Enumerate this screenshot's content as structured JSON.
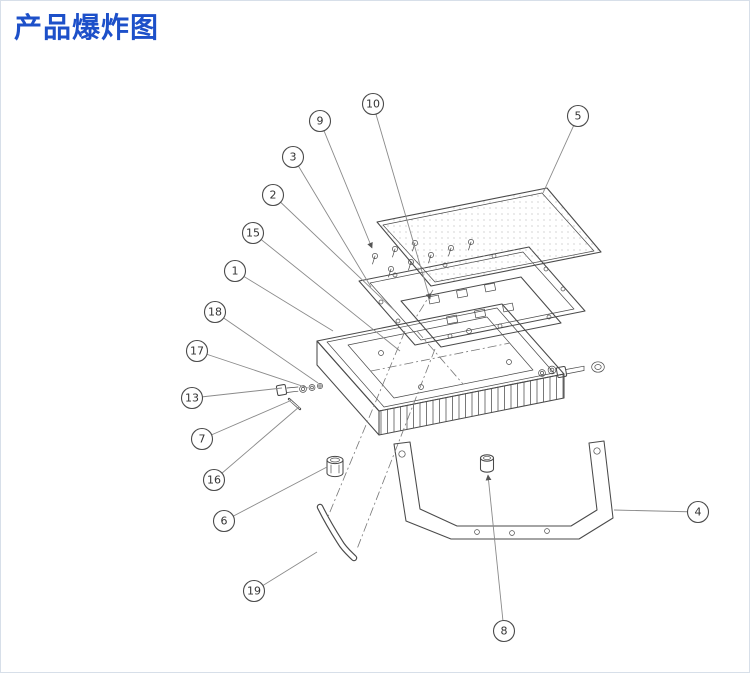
{
  "page": {
    "title": "产品爆炸图"
  },
  "colors": {
    "title_blue": "#1d50c9",
    "line": "#4a4a4a",
    "leader": "#8a8a8a",
    "background": "#ffffff",
    "border": "#d7dfe9"
  },
  "diagram": {
    "type": "exploded-view-technical-drawing",
    "callouts": [
      {
        "label": "1"
      },
      {
        "label": "2"
      },
      {
        "label": "3"
      },
      {
        "label": "4"
      },
      {
        "label": "5"
      },
      {
        "label": "6"
      },
      {
        "label": "7"
      },
      {
        "label": "8"
      },
      {
        "label": "9"
      },
      {
        "label": "10"
      },
      {
        "label": "13"
      },
      {
        "label": "15"
      },
      {
        "label": "16"
      },
      {
        "label": "17"
      },
      {
        "label": "18"
      },
      {
        "label": "19"
      }
    ]
  }
}
